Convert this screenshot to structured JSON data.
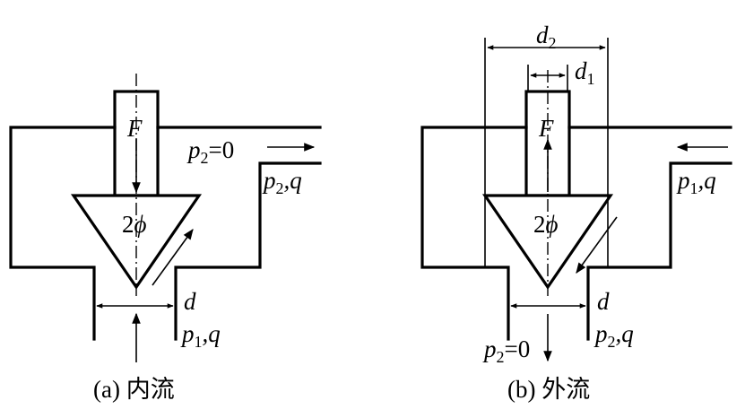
{
  "panel_a": {
    "force": "F",
    "cone_angle_num": "2",
    "cone_angle_sym": "ϕ",
    "outlet_p": "p",
    "outlet_p_sub": "2",
    "outlet_eq": "=0",
    "outlet_label_p": "p",
    "outlet_label_sub": "2",
    "outlet_label_q": ",q",
    "diameter": "d",
    "inlet_p": "p",
    "inlet_p_sub": "1",
    "inlet_q": ",q",
    "caption": "(a) 内流"
  },
  "panel_b": {
    "force": "F",
    "cone_angle_num": "2",
    "cone_angle_sym": "ϕ",
    "d2": "d",
    "d2_sub": "2",
    "d1": "d",
    "d1_sub": "1",
    "inlet_p": "p",
    "inlet_p_sub": "1",
    "inlet_q": ",q",
    "diameter": "d",
    "outlet_label_p": "p",
    "outlet_label_sub": "2",
    "outlet_label_q": ",q",
    "bottom_p": "p",
    "bottom_p_sub": "2",
    "bottom_eq": "=0",
    "caption": "(b) 外流"
  }
}
